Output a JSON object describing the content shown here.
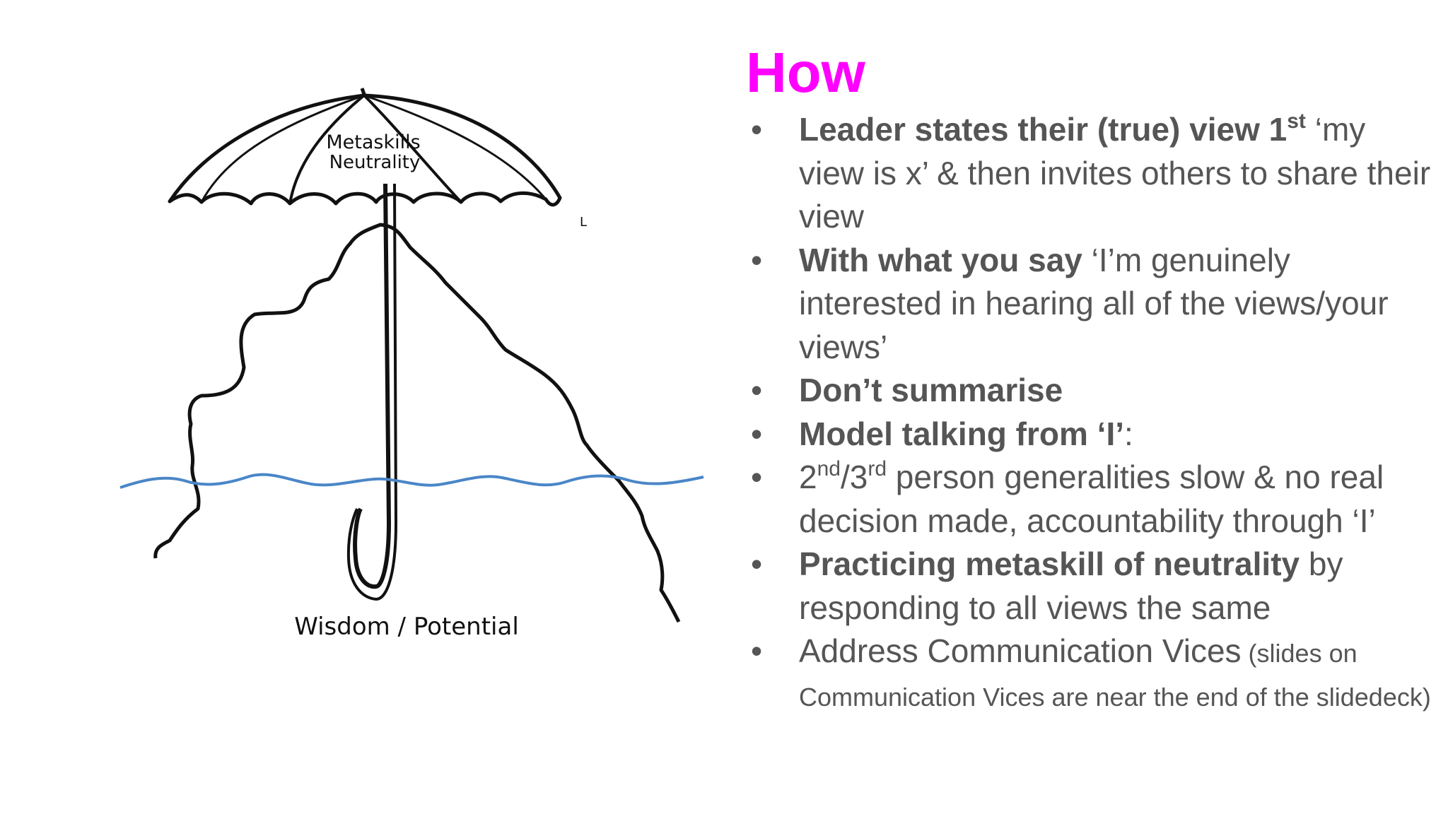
{
  "slide": {
    "title": "How",
    "illustration": {
      "umbrella_label_line1": "Metaskills",
      "umbrella_label_line2": "Neutrality",
      "caption": "Wisdom / Potential",
      "stray_mark": "L"
    },
    "bullets": [
      {
        "bold": "Leader states their (true) view 1",
        "bold_sup": "st",
        "rest": " ‘my view is x’ & then invites others to share their view"
      },
      {
        "bold": "With what you say",
        "rest": " ‘I’m genuinely interested in hearing all of the views/your views’"
      },
      {
        "bold": "Don’t summarise"
      },
      {
        "bold": "Model talking from ‘I’",
        "rest": ":"
      },
      {
        "t1": "2",
        "sup1": "nd",
        "t2": "/3",
        "sup2": "rd",
        "t3": " person generalities slow & no real decision made, accountability through ‘I’"
      },
      {
        "bold": "Practicing metaskill of neutrality",
        "rest": " by responding to all views the same"
      },
      {
        "text": "Address Communication Vices",
        "small": " (slides on Communication Vices are near the end of the slidedeck)"
      }
    ],
    "bullet_symbol": "•"
  },
  "colors": {
    "title": "#ff00ff",
    "body_text": "#555555",
    "water_line": "#4a86c8",
    "drawing": "#111111"
  },
  "icons": {
    "illustration": "umbrella-over-iceberg-drawing"
  }
}
